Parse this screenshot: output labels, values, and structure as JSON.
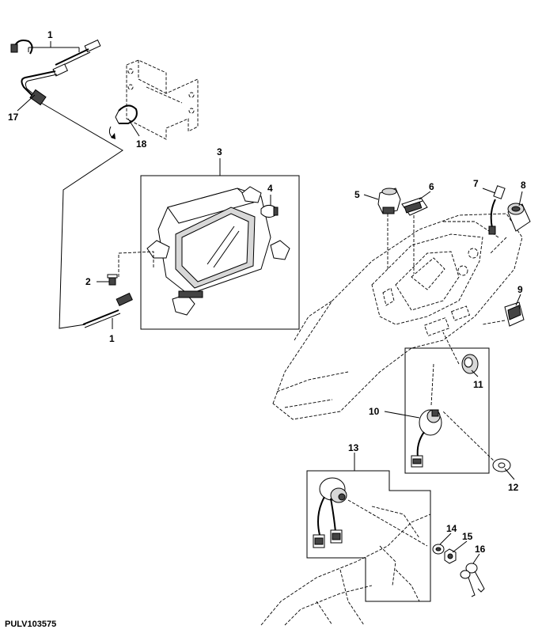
{
  "figure_code": "PULV103575",
  "callouts": {
    "c1a": "1",
    "c1b": "1",
    "c2": "2",
    "c3": "3",
    "c4": "4",
    "c5": "5",
    "c6": "6",
    "c7": "7",
    "c8": "8",
    "c9": "9",
    "c10": "10",
    "c11": "11",
    "c12": "12",
    "c13": "13",
    "c14": "14",
    "c15": "15",
    "c16": "16",
    "c17": "17",
    "c18": "18"
  }
}
